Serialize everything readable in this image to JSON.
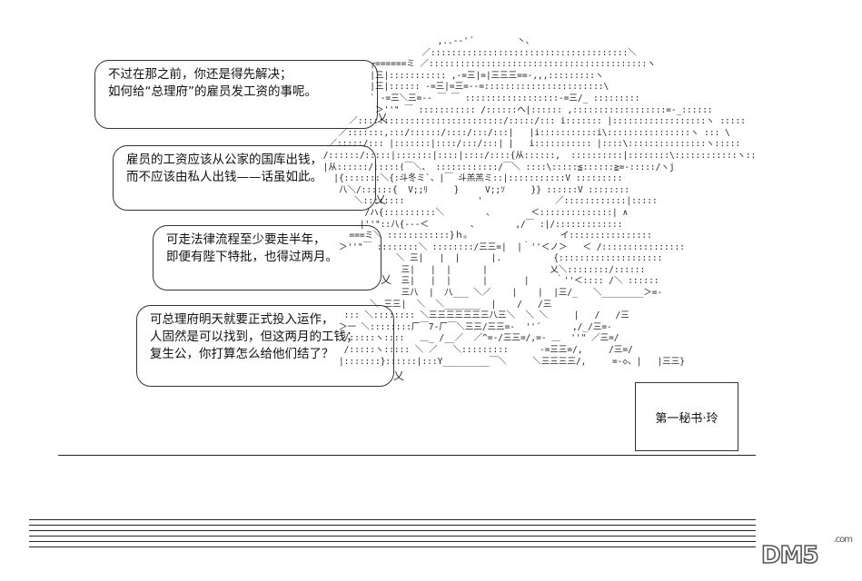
{
  "bubbles": [
    {
      "lines": [
        "不过在那之前，你还是得先解决；",
        "如何给“总理府”的雇员发工资的事呢。"
      ]
    },
    {
      "lines": [
        "雇员的工资应该从公家的国库出钱，",
        "而不应该由私人出钱——话虽如此。"
      ]
    },
    {
      "lines": [
        "可走法律流程至少要走半年，",
        "即便有陛下特批，也得过两月。"
      ]
    },
    {
      "lines": [
        "可总理府明天就要正式投入运作，",
        "人固然是可以找到，但这两月的工钱；",
        "复生公，你打算怎么给他们结了？"
      ]
    }
  ],
  "character": {
    "name": "第一秘书·玲"
  },
  "watermark": {
    "brand": "DM5",
    "sub": ".com"
  }
}
